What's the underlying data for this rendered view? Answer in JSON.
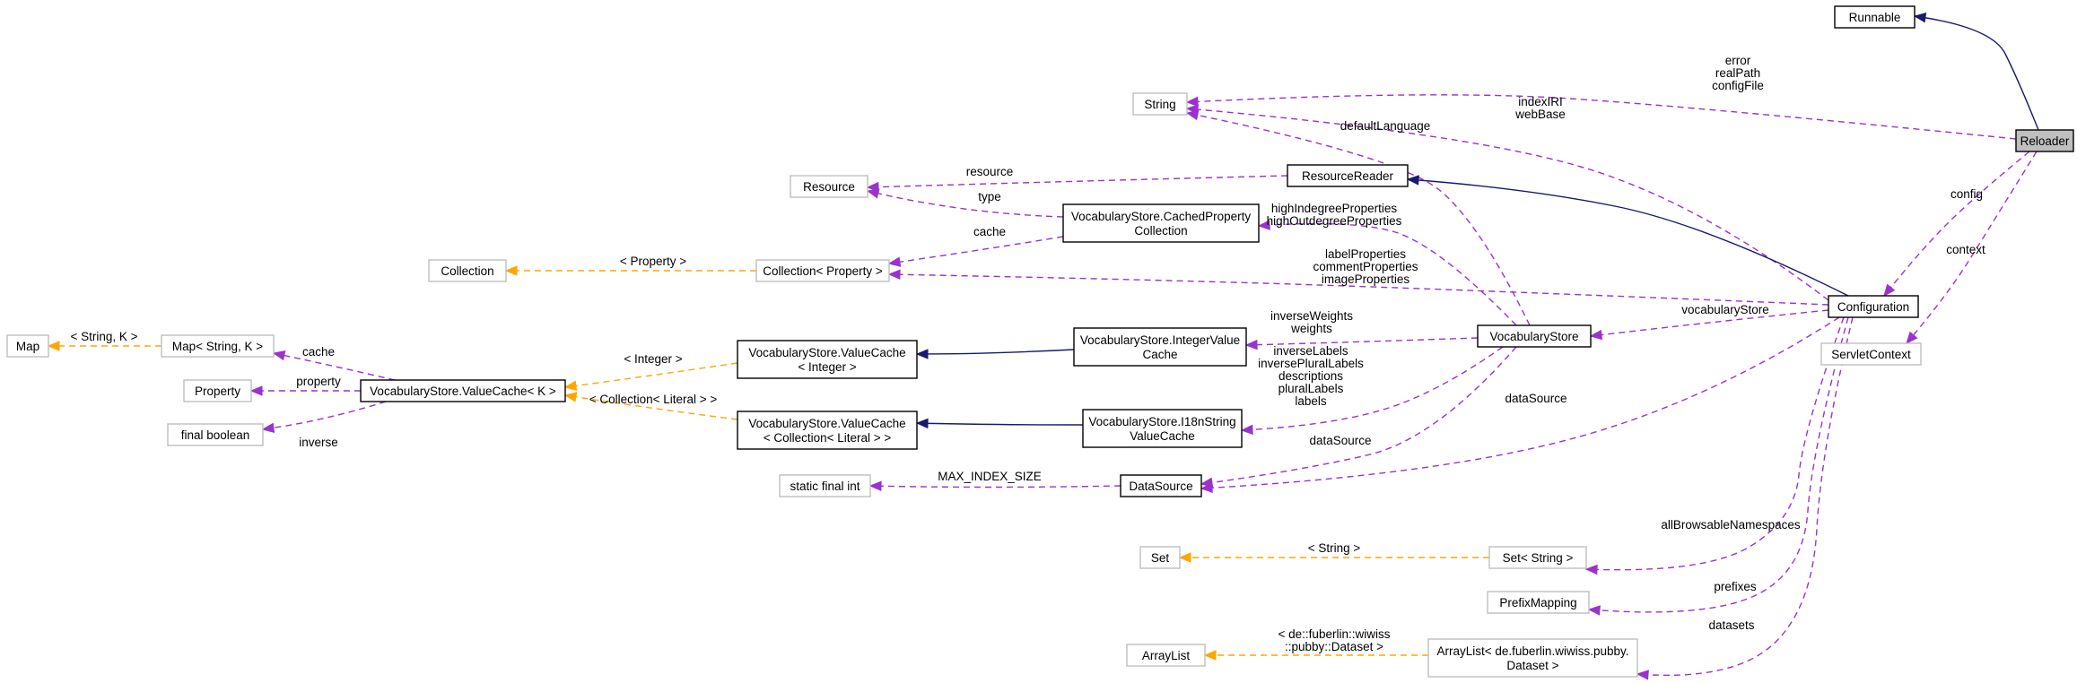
{
  "diagram": {
    "colors": {
      "inheritance": "#191970",
      "usage": "#9a32cd",
      "template": "#ffa500",
      "external_border": "#bfbfbf",
      "selected_fill": "#bfbfbf"
    },
    "nodes": [
      {
        "id": "runnable",
        "lines": [
          "Runnable"
        ],
        "kind": "class"
      },
      {
        "id": "reloader",
        "lines": [
          "Reloader"
        ],
        "kind": "selected"
      },
      {
        "id": "string",
        "lines": [
          "String"
        ],
        "kind": "external"
      },
      {
        "id": "resource",
        "lines": [
          "Resource"
        ],
        "kind": "external"
      },
      {
        "id": "resourcereader",
        "lines": [
          "ResourceReader"
        ],
        "kind": "class"
      },
      {
        "id": "cachedprop",
        "lines": [
          "VocabularyStore.CachedProperty",
          "Collection"
        ],
        "kind": "class"
      },
      {
        "id": "collection",
        "lines": [
          "Collection"
        ],
        "kind": "external"
      },
      {
        "id": "collprop",
        "lines": [
          "Collection< Property >"
        ],
        "kind": "external"
      },
      {
        "id": "map",
        "lines": [
          "Map"
        ],
        "kind": "external"
      },
      {
        "id": "mapsk",
        "lines": [
          "Map< String, K >"
        ],
        "kind": "external"
      },
      {
        "id": "property",
        "lines": [
          "Property"
        ],
        "kind": "external"
      },
      {
        "id": "valuecachek",
        "lines": [
          "VocabularyStore.ValueCache< K >"
        ],
        "kind": "class"
      },
      {
        "id": "finalbool",
        "lines": [
          "final boolean"
        ],
        "kind": "external"
      },
      {
        "id": "vcinteger",
        "lines": [
          "VocabularyStore.ValueCache",
          "< Integer >"
        ],
        "kind": "class"
      },
      {
        "id": "vccoll",
        "lines": [
          "VocabularyStore.ValueCache",
          "< Collection< Literal > >"
        ],
        "kind": "class"
      },
      {
        "id": "intcache",
        "lines": [
          "VocabularyStore.IntegerValue",
          "Cache"
        ],
        "kind": "class"
      },
      {
        "id": "i18ncache",
        "lines": [
          "VocabularyStore.I18nString",
          "ValueCache"
        ],
        "kind": "class"
      },
      {
        "id": "vocabstore",
        "lines": [
          "VocabularyStore"
        ],
        "kind": "class"
      },
      {
        "id": "configuration",
        "lines": [
          "Configuration"
        ],
        "kind": "class"
      },
      {
        "id": "servletcontext",
        "lines": [
          "ServletContext"
        ],
        "kind": "external"
      },
      {
        "id": "staticfinalint",
        "lines": [
          "static final int"
        ],
        "kind": "external"
      },
      {
        "id": "datasource",
        "lines": [
          "DataSource"
        ],
        "kind": "class"
      },
      {
        "id": "set",
        "lines": [
          "Set"
        ],
        "kind": "external"
      },
      {
        "id": "setstring",
        "lines": [
          "Set< String >"
        ],
        "kind": "external"
      },
      {
        "id": "prefixmapping",
        "lines": [
          "PrefixMapping"
        ],
        "kind": "external"
      },
      {
        "id": "arraylist",
        "lines": [
          "ArrayList"
        ],
        "kind": "external"
      },
      {
        "id": "arraylistds",
        "lines": [
          "ArrayList< de.fuberlin.wiwiss.pubby.",
          "Dataset >"
        ],
        "kind": "external"
      }
    ],
    "edges": [
      {
        "id": "e-reloader-runnable",
        "type": "inherit",
        "label": []
      },
      {
        "id": "e-reloader-string",
        "type": "usage",
        "label": [
          "error",
          "realPath",
          "configFile"
        ]
      },
      {
        "id": "e-config-string",
        "type": "usage",
        "label": [
          "indexIRI",
          "webBase"
        ]
      },
      {
        "id": "e-vocab-string",
        "type": "usage",
        "label": [
          "defaultLanguage"
        ]
      },
      {
        "id": "e-rr-resource",
        "type": "usage",
        "label": [
          "resource"
        ]
      },
      {
        "id": "e-cached-resource",
        "type": "usage",
        "label": [
          "type"
        ]
      },
      {
        "id": "e-config-rr",
        "type": "inherit",
        "label": []
      },
      {
        "id": "e-vocab-cached",
        "type": "usage",
        "label": [
          "highIndegreeProperties",
          "highOutdegreeProperties"
        ]
      },
      {
        "id": "e-cached-collprop",
        "type": "usage",
        "label": [
          "cache"
        ]
      },
      {
        "id": "e-config-collprop",
        "type": "usage",
        "label": [
          "labelProperties",
          "commentProperties",
          "imageProperties"
        ]
      },
      {
        "id": "e-collprop-collection",
        "type": "template",
        "label": [
          "< Property >"
        ]
      },
      {
        "id": "e-mapsk-map",
        "type": "template",
        "label": [
          "< String, K >"
        ]
      },
      {
        "id": "e-vck-mapsk",
        "type": "usage",
        "label": [
          "cache"
        ]
      },
      {
        "id": "e-vck-property",
        "type": "usage",
        "label": [
          "property"
        ]
      },
      {
        "id": "e-vck-finalbool",
        "type": "usage",
        "label": [
          "inverse"
        ]
      },
      {
        "id": "e-vcint-vck",
        "type": "template",
        "label": [
          "< Integer >"
        ]
      },
      {
        "id": "e-vccoll-vck",
        "type": "template",
        "label": [
          "< Collection< Literal > >"
        ]
      },
      {
        "id": "e-intcache-vcint",
        "type": "inherit",
        "label": []
      },
      {
        "id": "e-i18n-vccoll",
        "type": "inherit",
        "label": []
      },
      {
        "id": "e-vocab-intcache",
        "type": "usage",
        "label": [
          "inverseWeights",
          "weights"
        ]
      },
      {
        "id": "e-vocab-i18n",
        "type": "usage",
        "label": [
          "inverseLabels",
          "inversePluralLabels",
          "descriptions",
          "pluralLabels",
          "labels"
        ]
      },
      {
        "id": "e-config-vocab",
        "type": "usage",
        "label": [
          "vocabularyStore"
        ]
      },
      {
        "id": "e-reloader-config",
        "type": "usage",
        "label": [
          "config"
        ]
      },
      {
        "id": "e-reloader-servlet",
        "type": "usage",
        "label": [
          "context"
        ]
      },
      {
        "id": "e-vocab-ds",
        "type": "usage",
        "label": [
          "dataSource"
        ]
      },
      {
        "id": "e-config-ds",
        "type": "usage",
        "label": [
          "dataSource"
        ]
      },
      {
        "id": "e-ds-staticint",
        "type": "usage",
        "label": [
          "MAX_INDEX_SIZE"
        ]
      },
      {
        "id": "e-setstring-set",
        "type": "template",
        "label": [
          "< String >"
        ]
      },
      {
        "id": "e-config-setstring",
        "type": "usage",
        "label": [
          "allBrowsableNamespaces"
        ]
      },
      {
        "id": "e-config-prefix",
        "type": "usage",
        "label": [
          "prefixes"
        ]
      },
      {
        "id": "e-config-alds",
        "type": "usage",
        "label": [
          "datasets"
        ]
      },
      {
        "id": "e-alds-arraylist",
        "type": "template",
        "label": [
          "< de::fuberlin::wiwiss",
          "::pubby::Dataset >"
        ]
      }
    ]
  }
}
